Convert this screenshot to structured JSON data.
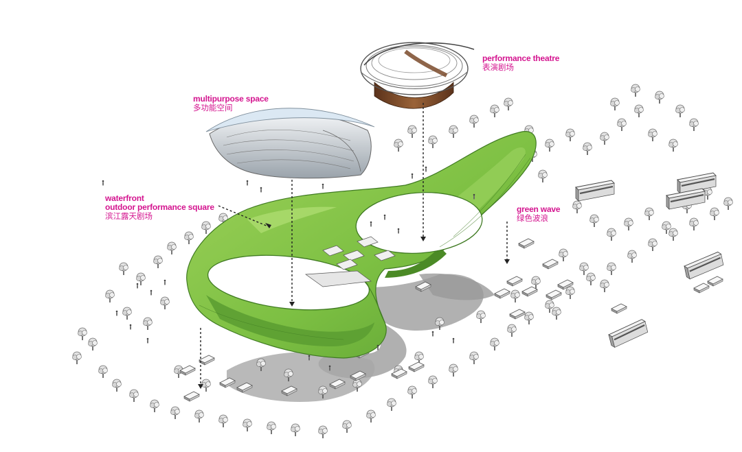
{
  "labels": {
    "performance_theatre": {
      "en": "performance theatre",
      "zh": "表演剧场"
    },
    "multipurpose_space": {
      "en": "multipurpose space",
      "zh": "多功能空间"
    },
    "waterfront_square": {
      "en_line1": "waterfront",
      "en_line2": "outdoor performance square",
      "zh": "滨江露天剧场"
    },
    "green_wave": {
      "en": "green wave",
      "zh": "绿色波浪"
    }
  },
  "colors": {
    "label": "#d4148f",
    "roof_green": "#7dc043",
    "roof_green_light": "#a9d96b",
    "roof_green_dark": "#4f8f2a",
    "shadow": "#9a9a9a",
    "theatre_wood": "#7a4a2a"
  }
}
